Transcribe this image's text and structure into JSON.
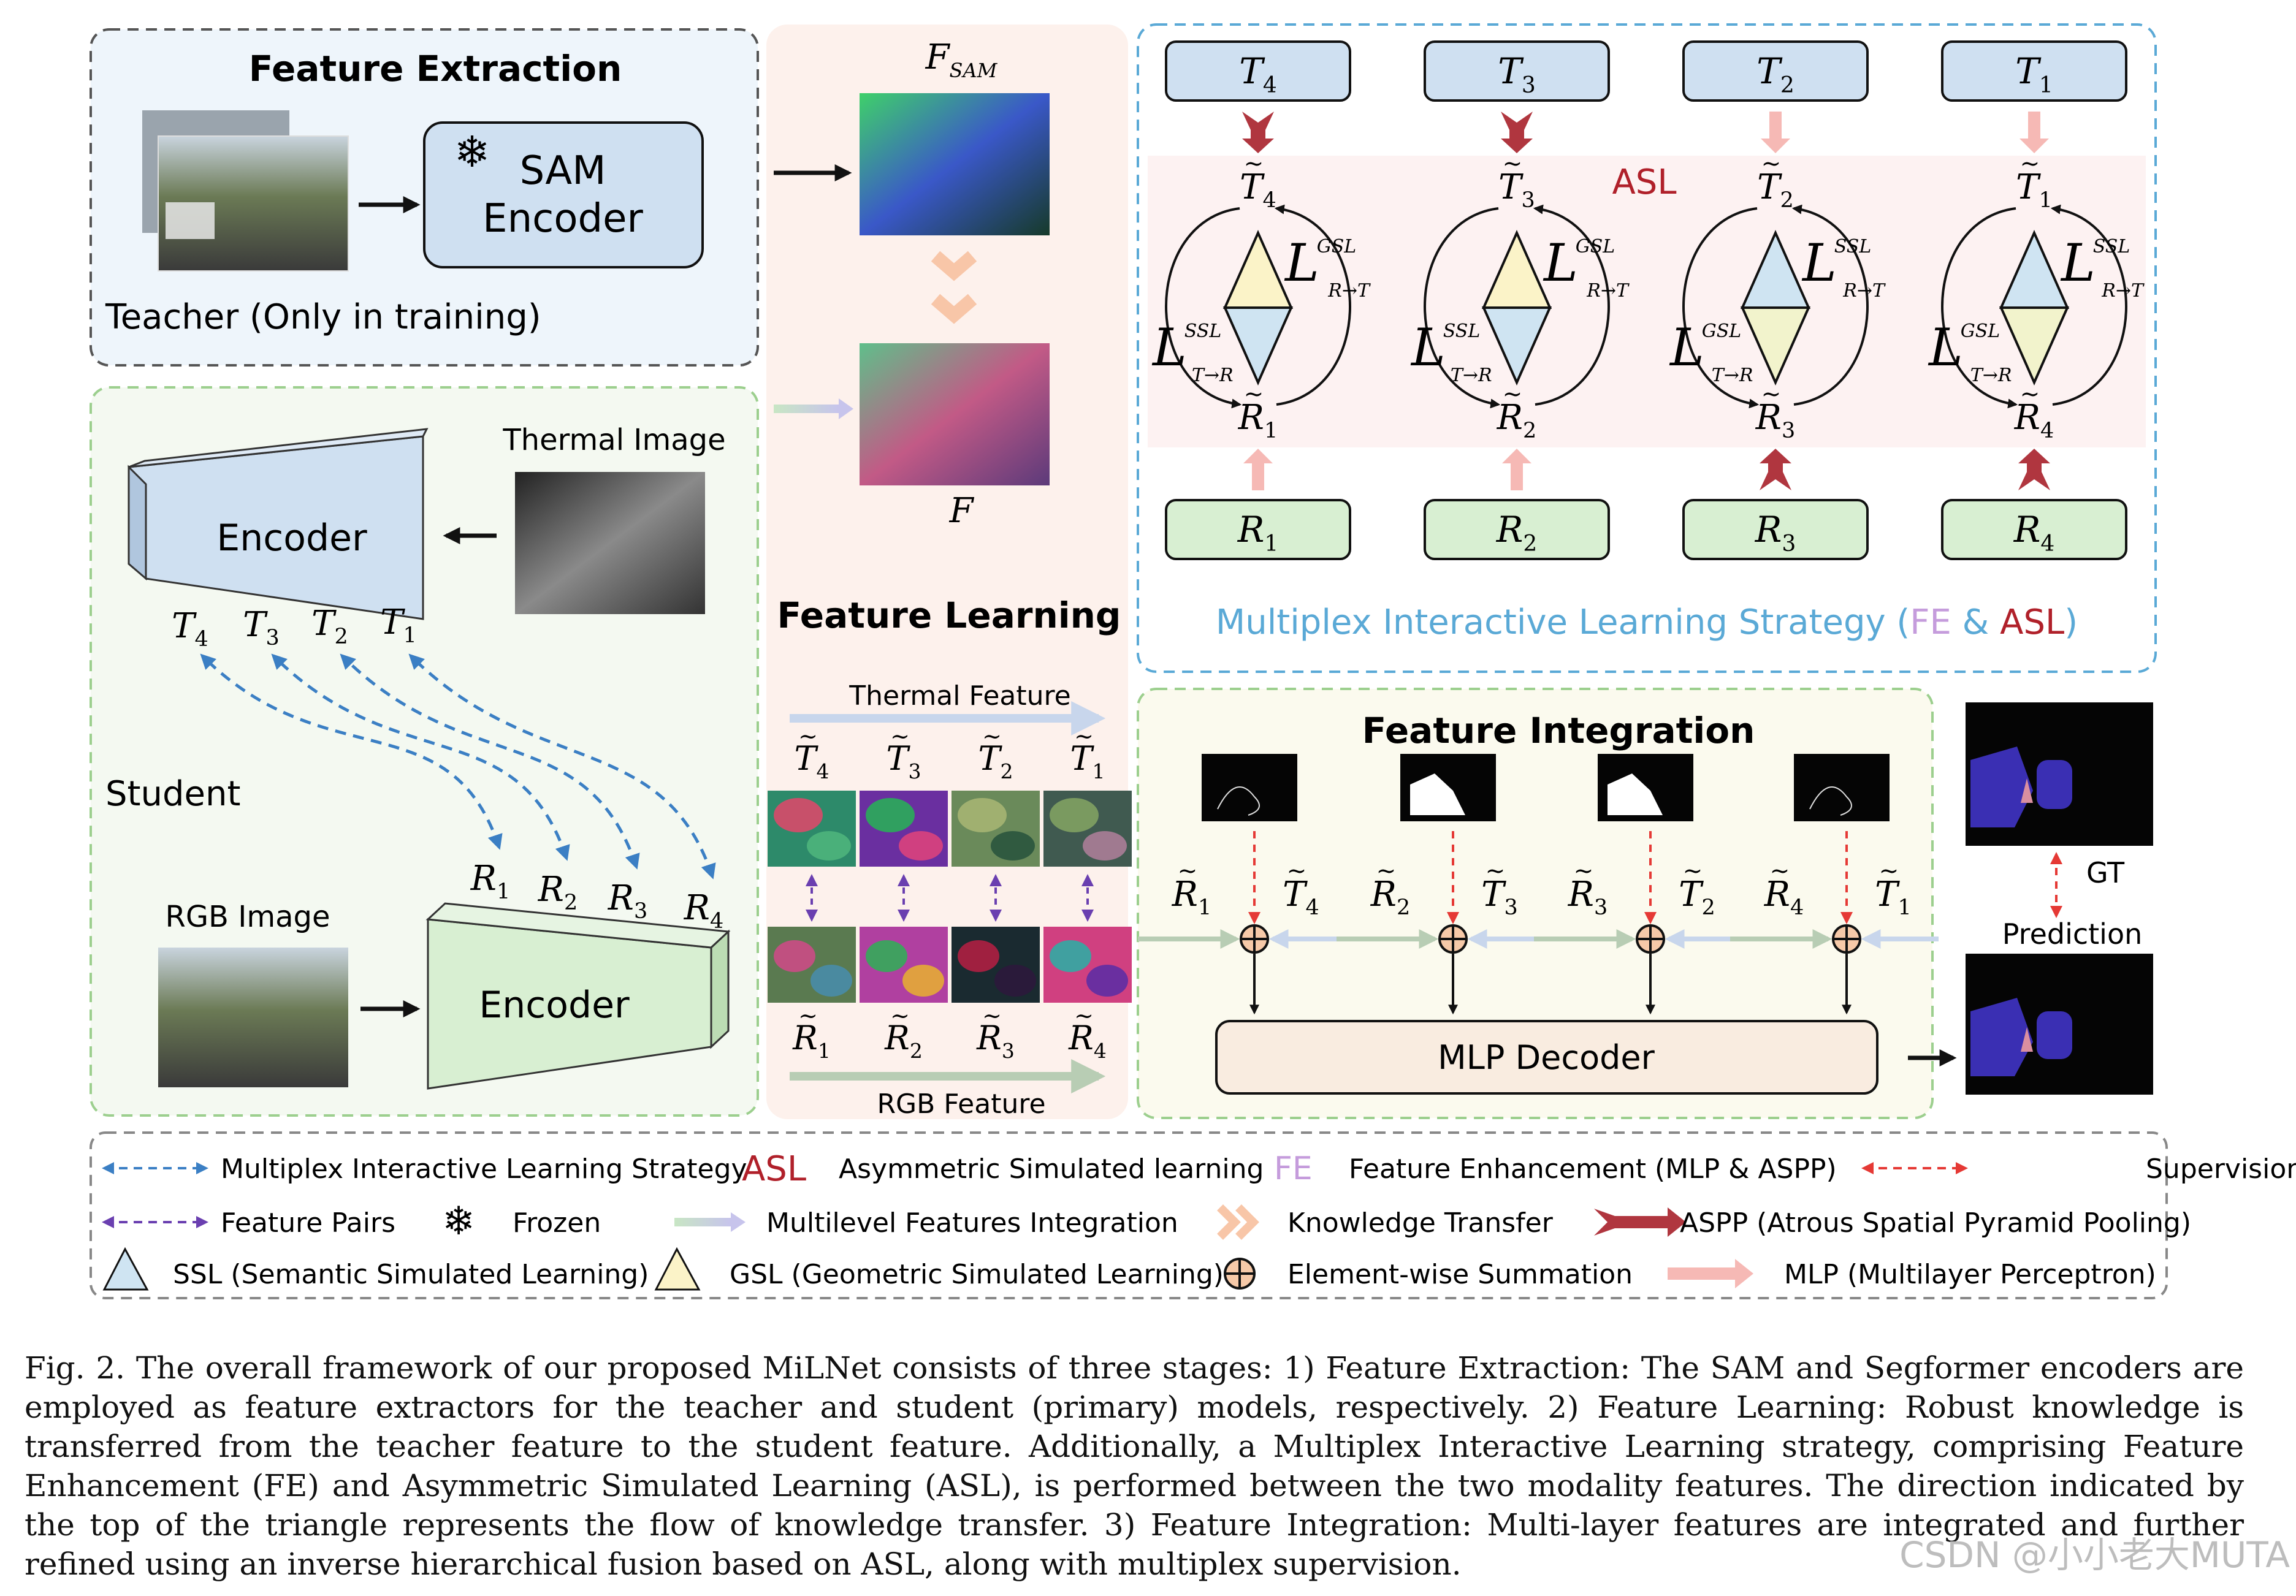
{
  "extraction": {
    "title": "Feature Extraction",
    "sam_line1": "SAM",
    "sam_line2": "Encoder",
    "teacher_label": "Teacher  (Only in training)"
  },
  "student": {
    "label": "Student",
    "thermal_image": "Thermal Image",
    "rgb_image": "RGB Image",
    "encoder": "Encoder",
    "encoder2": "Encoder",
    "t_labels": [
      "T4",
      "T3",
      "T2",
      "T1"
    ],
    "r_labels": [
      "R1",
      "R2",
      "R3",
      "R4"
    ]
  },
  "learning": {
    "title": "Feature Learning",
    "f_sam": "F",
    "f_sam_sub": "SAM",
    "f": "F",
    "thermal_feature": "Thermal Feature",
    "rgb_feature": "RGB Feature",
    "t_tilde": [
      "T4",
      "T3",
      "T2",
      "T1"
    ],
    "r_tilde": [
      "R1",
      "R2",
      "R3",
      "R4"
    ]
  },
  "asl": {
    "label": "ASL",
    "strategy_prefix": "Multiplex Interactive Learning Strategy (",
    "strategy_fe": "FE",
    "strategy_amp": " & ",
    "strategy_asl": "ASL",
    "strategy_suffix": ")",
    "top_boxes": [
      "T4",
      "T3",
      "T2",
      "T1"
    ],
    "bottom_boxes": [
      "R1",
      "R2",
      "R3",
      "R4"
    ],
    "cells": [
      {
        "top": "T4",
        "bottom": "R1",
        "upper": "GSL",
        "lower": "SSL",
        "upper_color": "#fbf3c8",
        "lower_color": "#cfe4f2",
        "top_arrow": "aspp",
        "bottom_arrow": "mlp"
      },
      {
        "top": "T3",
        "bottom": "R2",
        "upper": "GSL",
        "lower": "SSL",
        "upper_color": "#fbf3c8",
        "lower_color": "#cfe4f2",
        "top_arrow": "aspp",
        "bottom_arrow": "mlp"
      },
      {
        "top": "T2",
        "bottom": "R3",
        "upper": "SSL",
        "lower": "GSL",
        "upper_color": "#cfe4f2",
        "lower_color": "#f2f3cc",
        "top_arrow": "mlp",
        "bottom_arrow": "aspp"
      },
      {
        "top": "T1",
        "bottom": "R4",
        "upper": "SSL",
        "lower": "GSL",
        "upper_color": "#cfe4f2",
        "lower_color": "#f2f3cc",
        "top_arrow": "mlp",
        "bottom_arrow": "aspp"
      }
    ],
    "l_label": "L",
    "sub_rt": "R→T",
    "sub_tr": "T→R"
  },
  "integration": {
    "title": "Feature Integration",
    "decoder": "MLP   Decoder",
    "gt": "GT",
    "prediction": "Prediction",
    "pairs": [
      [
        "R1",
        "T4"
      ],
      [
        "R2",
        "T3"
      ],
      [
        "R3",
        "T2"
      ],
      [
        "R4",
        "T1"
      ]
    ]
  },
  "legend": [
    {
      "icon": "blue-dashed-arrow",
      "text": "Multiplex Interactive Learning Strategy"
    },
    {
      "icon": "asl-text",
      "key": "ASL",
      "text": "Asymmetric Simulated learning"
    },
    {
      "icon": "fe-text",
      "key": "FE",
      "text": "Feature Enhancement (MLP & ASPP)"
    },
    {
      "icon": "red-dashed-arrow",
      "text": "Supervision"
    },
    {
      "icon": "purple-dashed-arrow",
      "text": "Feature Pairs"
    },
    {
      "icon": "snowflake-icon",
      "text": "Frozen"
    },
    {
      "icon": "gradient-arrow",
      "text": "Multilevel Features Integration"
    },
    {
      "icon": "chevron-icon",
      "text": "Knowledge Transfer"
    },
    {
      "icon": "aspp-arrow",
      "text": "ASPP (Atrous Spatial Pyramid Pooling)"
    },
    {
      "icon": "blue-triangle-icon",
      "text": "SSL (Semantic Simulated Learning)"
    },
    {
      "icon": "yellow-triangle-icon",
      "text": "GSL (Geometric Simulated Learning)"
    },
    {
      "icon": "sum-icon",
      "text": "Element-wise Summation"
    },
    {
      "icon": "mlp-arrow",
      "text": "MLP   (Multilayer Perceptron)"
    }
  ],
  "caption": "Fig. 2.  The overall framework of our proposed MiLNet consists of three stages: 1) Feature Extraction: The SAM and Segformer encoders are employed as feature extractors for the teacher and student (primary) models, respectively. 2) Feature Learning: Robust knowledge is transferred from the teacher feature to the student feature. Additionally, a Multiplex Interactive Learning strategy, comprising Feature Enhancement (FE) and Asymmetric Simulated Learning (ASL), is performed between the two modality features. The direction indicated by the top of the triangle represents the flow of knowledge transfer. 3) Feature Integration: Multi-layer features are integrated and further refined using an inverse hierarchical fusion based on ASL, along with multiplex supervision.",
  "watermark": "CSDN @小小老大MUTA",
  "colors": {
    "blue_dash": "#3b7fc4",
    "red": "#e53935",
    "purple": "#6a3fb0",
    "aspp": "#b0363f",
    "mlp": "#f6b9b5",
    "green_box": "#d8efd2",
    "blue_box": "#cfe0f1"
  }
}
